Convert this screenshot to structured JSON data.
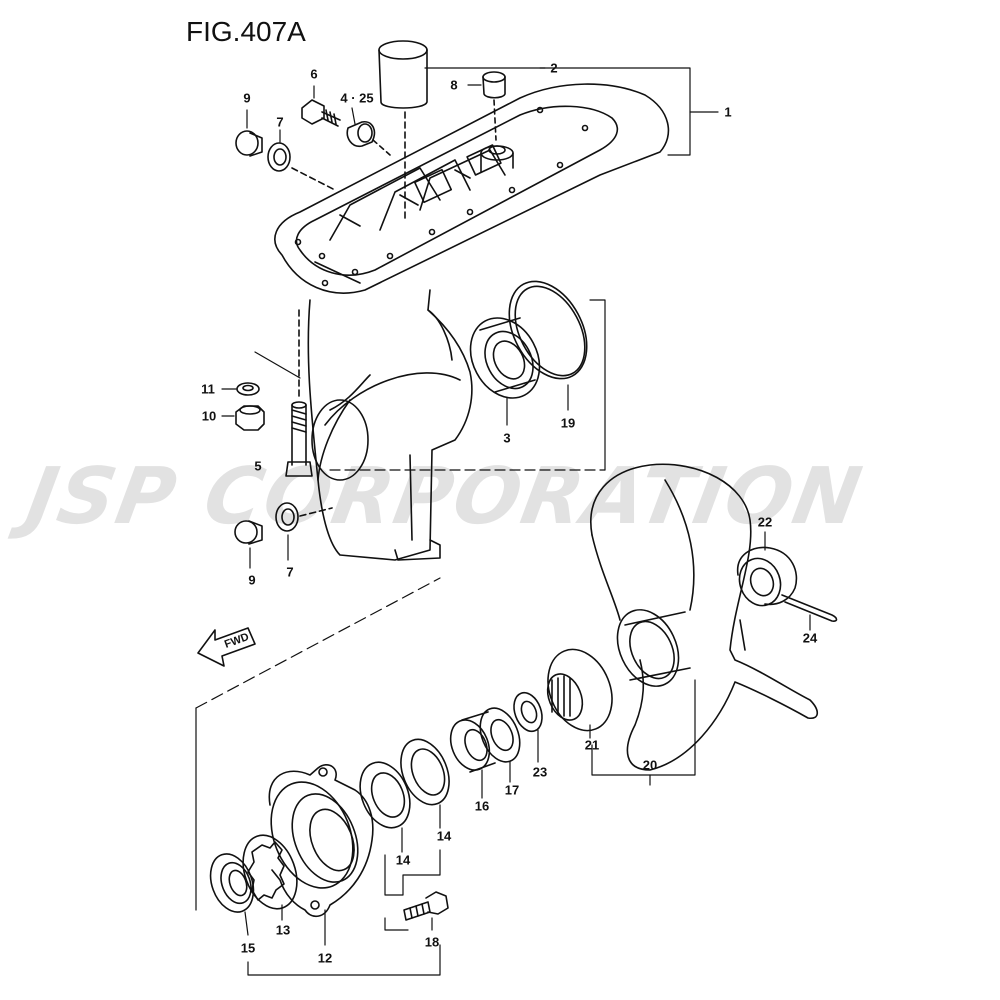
{
  "figure": {
    "title": "FIG.407A",
    "watermark": "JSP CORPORATION",
    "direction_label": "FWD"
  },
  "callouts": {
    "c1": "1",
    "c2": "2",
    "c3": "3",
    "c4_25": "4 · 25",
    "c5": "5",
    "c6": "6",
    "c7a": "7",
    "c7b": "7",
    "c8": "8",
    "c9a": "9",
    "c9b": "9",
    "c10": "10",
    "c11": "11",
    "c12": "12",
    "c13": "13",
    "c14a": "14",
    "c14b": "14",
    "c15": "15",
    "c16": "16",
    "c17": "17",
    "c18": "18",
    "c19": "19",
    "c20": "20",
    "c21": "21",
    "c22": "22",
    "c23": "23",
    "c24": "24"
  }
}
